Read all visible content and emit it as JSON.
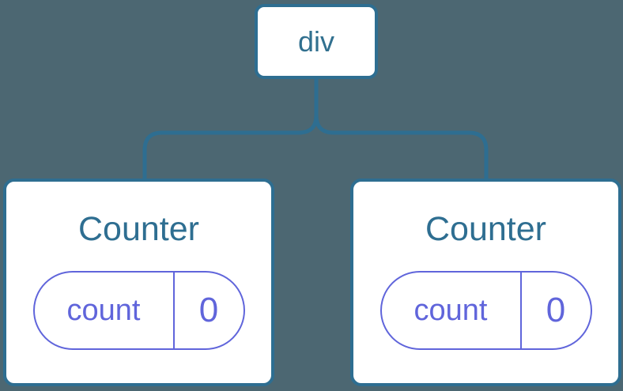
{
  "diagram": {
    "kind": "component-tree",
    "root_node": {
      "label": "div"
    },
    "child_nodes": [
      {
        "title": "Counter",
        "state": {
          "key": "count",
          "value": "0"
        }
      },
      {
        "title": "Counter",
        "state": {
          "key": "count",
          "value": "0"
        }
      }
    ],
    "colors": {
      "background": "#4C6772",
      "tree_line": "#2E6E91",
      "node_border": "#2E6E91",
      "node_text": "#2E6E91",
      "card_fill": "#FFFFFF",
      "state_accent": "#6065DB"
    }
  }
}
